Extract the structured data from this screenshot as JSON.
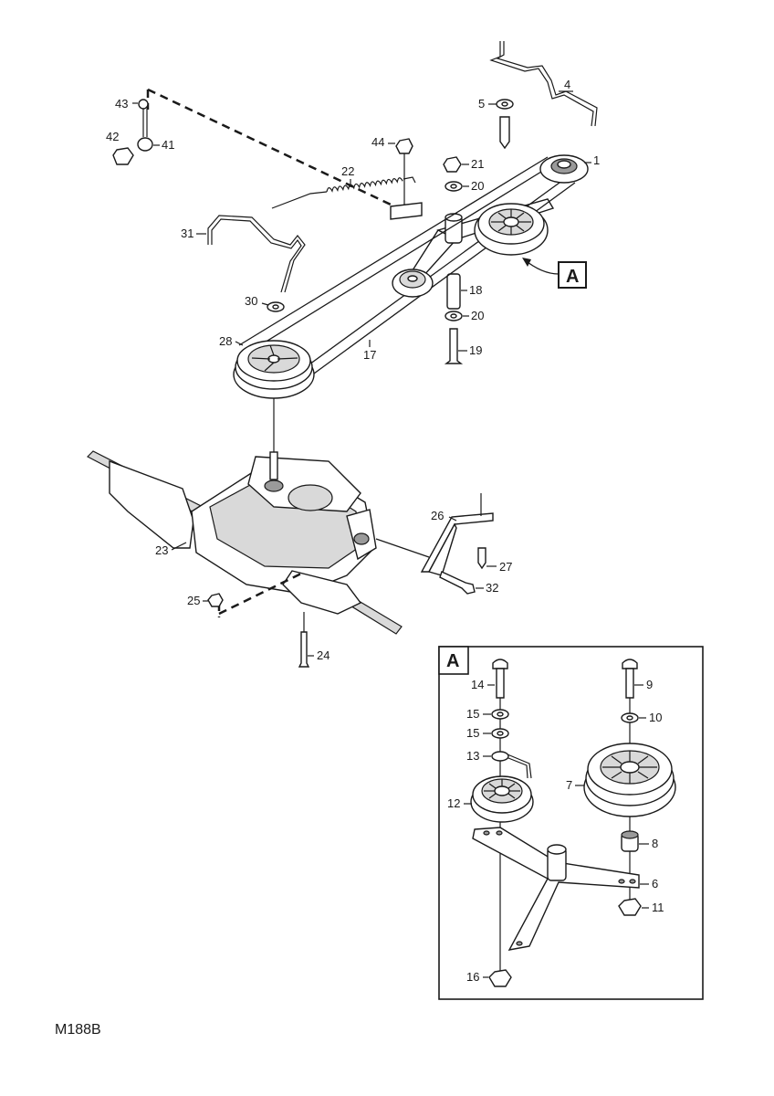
{
  "diagram_code": "M188B",
  "detail": {
    "label": "A"
  },
  "callouts": {
    "c1": "1",
    "c4": "4",
    "c5": "5",
    "c6": "6",
    "c7": "7",
    "c8": "8",
    "c9": "9",
    "c10": "10",
    "c11": "11",
    "c12": "12",
    "c13": "13",
    "c14": "14",
    "c15a": "15",
    "c15b": "15",
    "c16": "16",
    "c17": "17",
    "c18": "18",
    "c19": "19",
    "c20a": "20",
    "c20b": "20",
    "c21": "21",
    "c22": "22",
    "c23": "23",
    "c24": "24",
    "c25": "25",
    "c26": "26",
    "c27": "27",
    "c28": "28",
    "c30": "30",
    "c31": "31",
    "c32": "32",
    "c41": "41",
    "c42": "42",
    "c43": "43",
    "c44": "44"
  }
}
